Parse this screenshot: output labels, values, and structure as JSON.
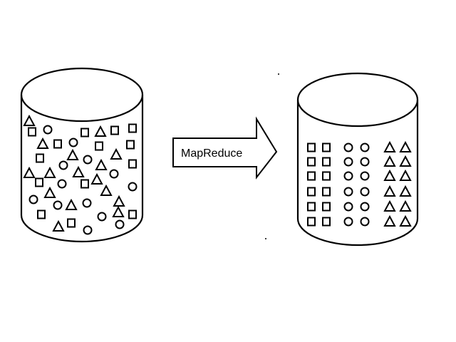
{
  "diagram": {
    "arrow_label": "MapReduce",
    "stroke_color": "#000000",
    "background_color": "#ffffff",
    "input_store": {
      "contents": "mixed",
      "symbols": [
        "triangle",
        "square",
        "circle"
      ]
    },
    "output_store": {
      "contents": "grouped",
      "groups": [
        {
          "symbol": "square",
          "count": 12
        },
        {
          "symbol": "circle",
          "count": 12
        },
        {
          "symbol": "triangle",
          "count": 12
        }
      ]
    }
  }
}
